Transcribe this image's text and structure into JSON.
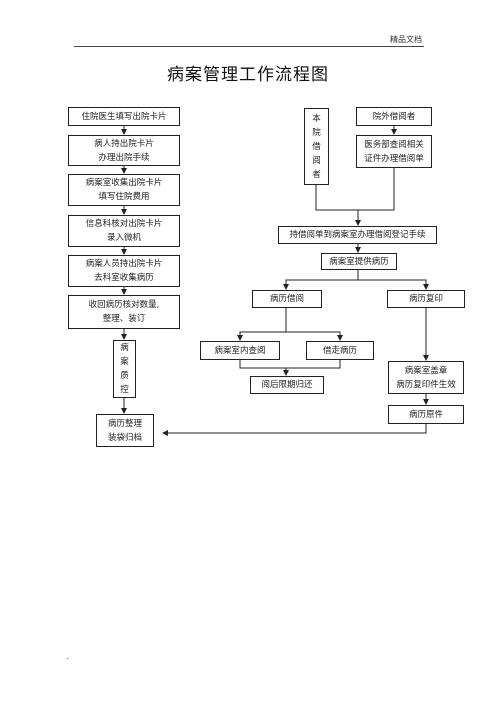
{
  "header": {
    "label": "精品文档"
  },
  "title": "病案管理工作流程图",
  "left_column": [
    "住院医生填写出院卡片",
    "病人持出院卡片\n办理出院手续",
    "病案室收集出院卡片\n填写住院费用",
    "信息科核对出院卡片\n录入微机",
    "病案人员持出院卡片\n去科室收集病历",
    "收回病历核对数量,\n整理、装订"
  ],
  "qc_label": "病\n案\n质\n控",
  "archive_label": "病历整理\n装袋归档",
  "internal_borrow_label": "本\n院\n借\n阅\n者",
  "external_borrower": "院外借阅者",
  "external_docs": "医务部查阅相关\n证件办理借阅单",
  "register": "持借阅单到病案室办理借阅登记手续",
  "provide": "病案室提供病历",
  "borrow": "病历借阅",
  "copy": "病历复印",
  "in_room": "病案室内查阅",
  "take_out": "借走病历",
  "return_label": "阅后限期归还",
  "stamp": "病案室盖章\n病历复印件生效",
  "original": "病历原件",
  "footer": "."
}
